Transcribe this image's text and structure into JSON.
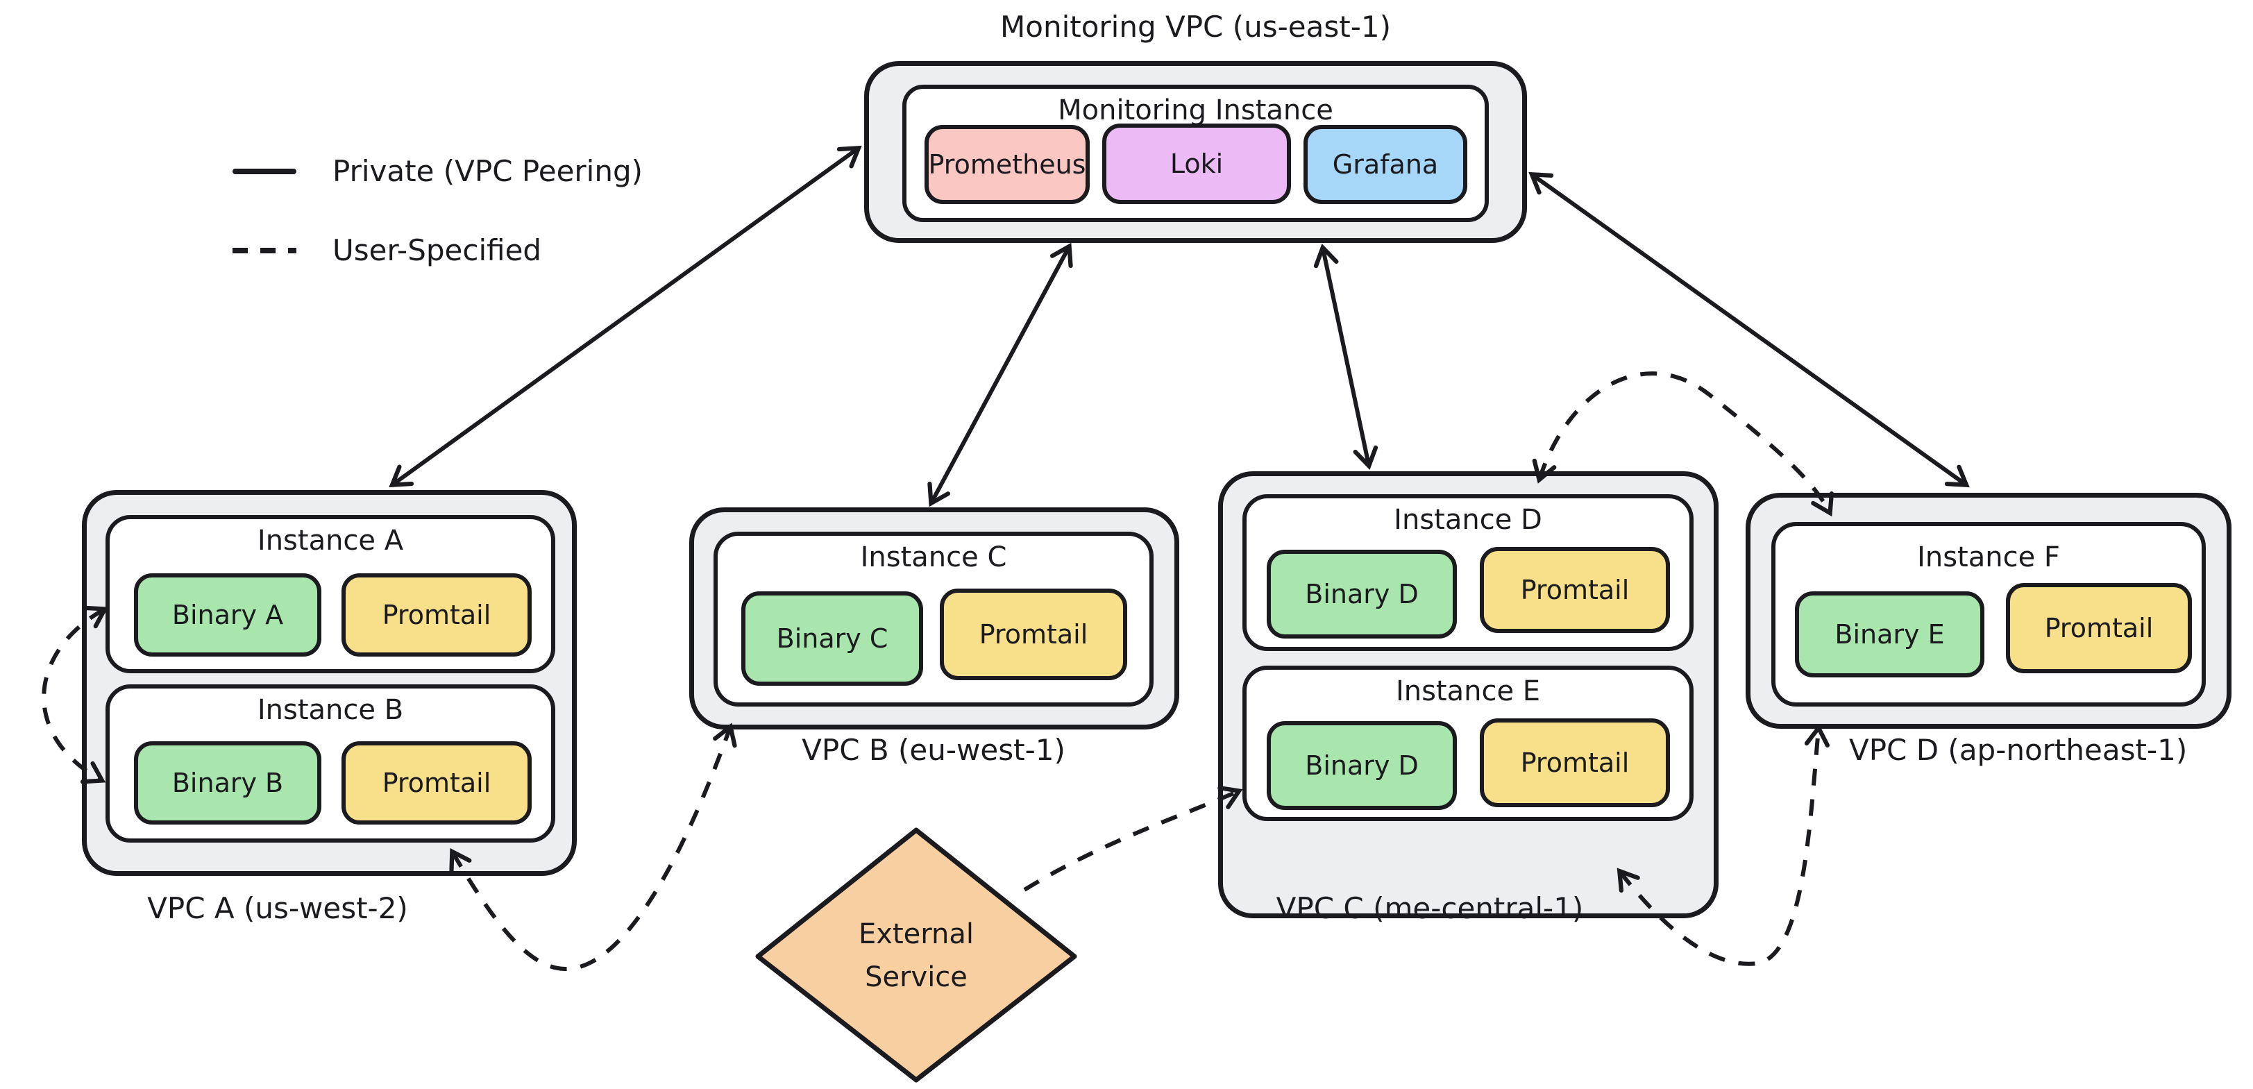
{
  "title": "Monitoring VPC (us-east-1)",
  "legend": {
    "items": [
      {
        "label": "Private (VPC Peering)",
        "style": "solid"
      },
      {
        "label": "User-Specified",
        "style": "dashed"
      }
    ]
  },
  "monitoring": {
    "instance_label": "Monitoring Instance",
    "components": [
      {
        "label": "Prometheus"
      },
      {
        "label": "Loki"
      },
      {
        "label": "Grafana"
      }
    ]
  },
  "vpcs": [
    {
      "label": "VPC A (us-west-2)",
      "instances": [
        {
          "label": "Instance A",
          "components": [
            "Binary A",
            "Promtail"
          ]
        },
        {
          "label": "Instance B",
          "components": [
            "Binary B",
            "Promtail"
          ]
        }
      ]
    },
    {
      "label": "VPC B (eu-west-1)",
      "instances": [
        {
          "label": "Instance C",
          "components": [
            "Binary C",
            "Promtail"
          ]
        }
      ]
    },
    {
      "label": "VPC C (me-central-1)",
      "instances": [
        {
          "label": "Instance D",
          "components": [
            "Binary D",
            "Promtail"
          ]
        },
        {
          "label": "Instance E",
          "components": [
            "Binary D",
            "Promtail"
          ]
        }
      ]
    },
    {
      "label": "VPC D (ap-northeast-1)",
      "instances": [
        {
          "label": "Instance F",
          "components": [
            "Binary E",
            "Promtail"
          ]
        }
      ]
    }
  ],
  "external_service": {
    "lines": [
      "External",
      "Service"
    ]
  },
  "colors": {
    "binary_green": "#a8e6ad",
    "promtail_yellow": "#f8e08a",
    "prometheus_pink": "#fac7c3",
    "loki_purple": "#ecbaf4",
    "grafana_blue": "#a6d6f8",
    "external_orange": "#f8cfa0",
    "vpc_gray": "#eceef0",
    "stroke": "#1b1b1f"
  }
}
